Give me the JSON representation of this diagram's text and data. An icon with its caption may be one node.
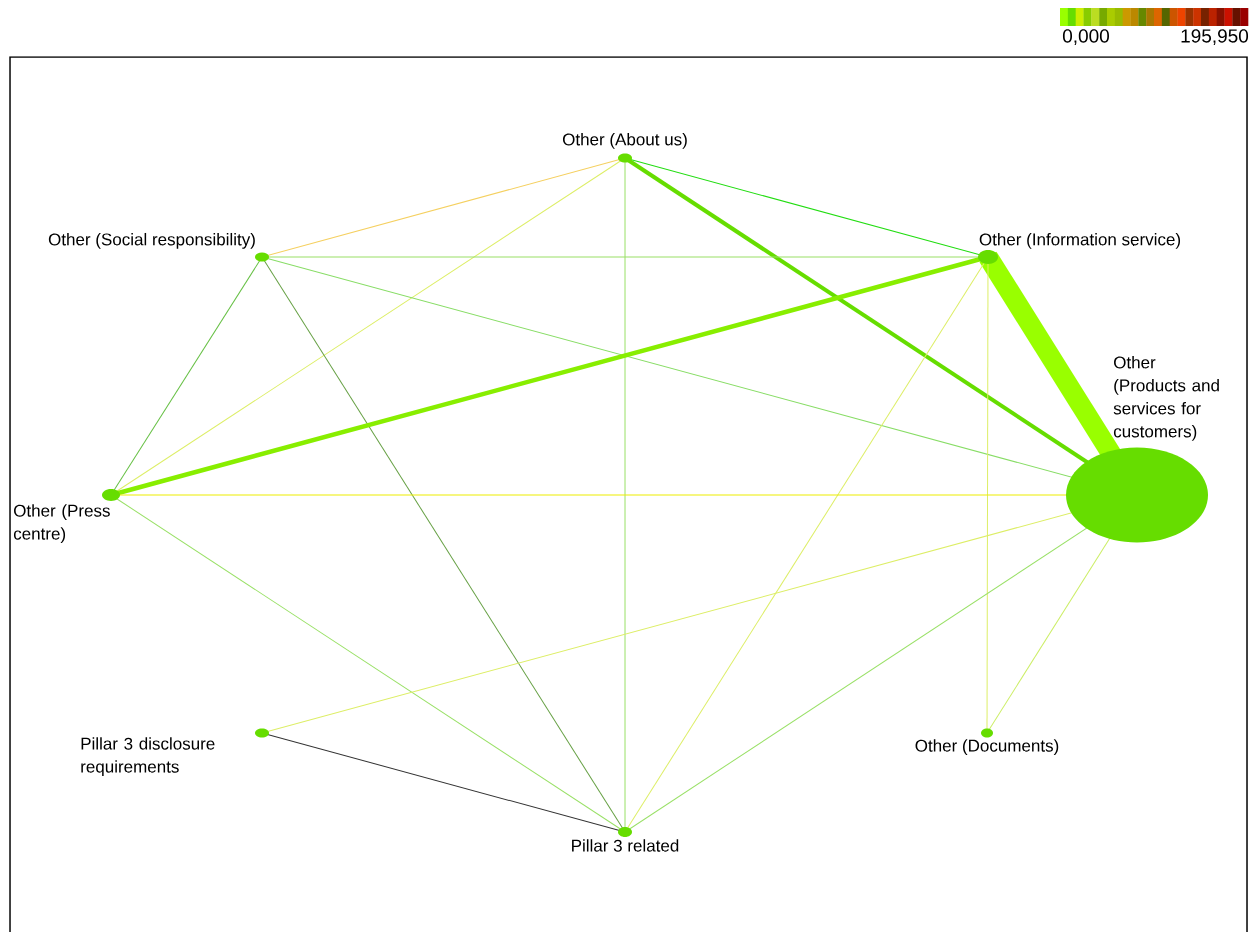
{
  "diagram": {
    "nodes": [
      {
        "text": [
          "Other (About us)"
        ]
      },
      {
        "text": [
          "Other (Social responsibility)"
        ]
      },
      {
        "text": [
          "Other (Information service)"
        ]
      },
      {
        "text": [
          "Other (Products and services for customers)"
        ]
      },
      {
        "text": [
          "Other (Press centre)"
        ]
      },
      {
        "text": [
          "Pillar 3 disclosure requirements"
        ]
      },
      {
        "text": [
          "Other (Documents)"
        ]
      },
      {
        "text": [
          "Pillar 3 related"
        ]
      }
    ],
    "edges": [
      {
        "from": 0,
        "to": 2,
        "arrow": "none",
        "color": "#22dd11"
      },
      {
        "from": 0,
        "to": 3,
        "arrow": "none",
        "style": "thick",
        "color": "#66dd00"
      },
      {
        "from": 0,
        "to": 1,
        "arrow": "none",
        "color": "#f5d060"
      },
      {
        "from": 0,
        "to": 4,
        "arrow": "none",
        "color": "#ddee66"
      },
      {
        "from": 0,
        "to": 7,
        "arrow": "none",
        "color": "#99e066"
      },
      {
        "from": 1,
        "to": 2,
        "arrow": "none",
        "color": "#99e066"
      },
      {
        "from": 1,
        "to": 3,
        "arrow": "none",
        "color": "#88dd66"
      },
      {
        "from": 1,
        "to": 4,
        "arrow": "none",
        "color": "#66c044"
      },
      {
        "from": 1,
        "to": 7,
        "arrow": "none",
        "color": "#66a044"
      },
      {
        "from": 2,
        "to": 4,
        "arrow": "none",
        "style": "thick",
        "color": "#88ee00"
      },
      {
        "from": 2,
        "to": 3,
        "arrow": "none",
        "style": "thick",
        "color": "#99ff00"
      },
      {
        "from": 2,
        "to": 6,
        "arrow": "none",
        "color": "#ddee66"
      },
      {
        "from": 2,
        "to": 7,
        "arrow": "none",
        "color": "#ddee66"
      },
      {
        "from": 4,
        "to": 3,
        "arrow": "none",
        "color": "#eeee00"
      },
      {
        "from": 4,
        "to": 7,
        "arrow": "none",
        "color": "#99e066"
      },
      {
        "from": 5,
        "to": 3,
        "arrow": "none",
        "color": "#ddee66"
      },
      {
        "from": 5,
        "to": 7,
        "arrow": "none",
        "color": "#333333"
      },
      {
        "from": 7,
        "to": 3,
        "arrow": "none",
        "color": "#99e066"
      },
      {
        "from": 6,
        "to": 3,
        "arrow": "none",
        "color": "#ccee66"
      }
    ],
    "labels": [
      "0,000",
      "195,950"
    ]
  }
}
